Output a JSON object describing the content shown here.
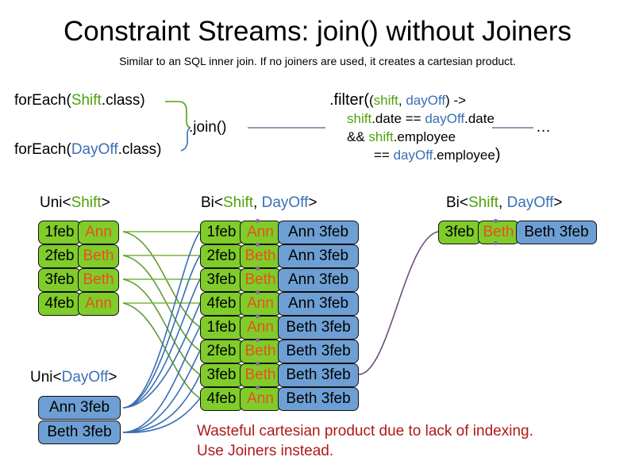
{
  "header": {
    "title": "Constraint Streams: join() without Joiners",
    "subtitle": "Similar to an SQL inner join. If no joiners are used, it creates a cartesian product."
  },
  "colors": {
    "shift_green": "#4CA20B",
    "dayoff_blue": "#3A6FB5",
    "card_green": "#7FCC2B",
    "card_blue": "#6E9FD4",
    "name_orange": "#E8511B",
    "warning_red": "#B01818",
    "wire_purple": "#6E4B7E"
  },
  "code": {
    "foreach_shift": {
      "prefix": "forEach(",
      "type": "Shift",
      "suffix": ".class)"
    },
    "foreach_dayoff": {
      "prefix": "forEach(",
      "type": "DayOff",
      "suffix": ".class)"
    },
    "join": ".join()",
    "ellipsis": "…",
    "filter": {
      "line1_a": ".filter(",
      "line1_b": "(",
      "line1_shift": "shift",
      "line1_comma": ", ",
      "line1_dayoff": "dayOff",
      "line1_c": ") ->",
      "line2_shift": "shift",
      "line2_a": ".date == ",
      "line2_dayoff": "dayOff",
      "line2_b": ".date",
      "line3_a": "&& ",
      "line3_shift": "shift",
      "line3_b": ".employee",
      "line4_a": "== ",
      "line4_dayoff": "dayOff",
      "line4_b": ".employee",
      "line4_close": ")"
    }
  },
  "streams": {
    "uni_shift": {
      "label_prefix": "Uni<",
      "label_type": "Shift",
      "label_suffix": ">",
      "rows": [
        {
          "date": "1feb",
          "name": "Ann"
        },
        {
          "date": "2feb",
          "name": "Beth"
        },
        {
          "date": "3feb",
          "name": "Beth"
        },
        {
          "date": "4feb",
          "name": "Ann"
        }
      ]
    },
    "uni_dayoff": {
      "label_prefix": "Uni<",
      "label_type": "DayOff",
      "label_suffix": ">",
      "rows": [
        {
          "value": "Ann 3feb"
        },
        {
          "value": "Beth 3feb"
        }
      ]
    },
    "bi_middle": {
      "label_prefix": "Bi<",
      "label_type_a": "Shift",
      "label_comma": ", ",
      "label_type_b": "DayOff",
      "label_suffix": ">",
      "rows": [
        {
          "date": "1feb",
          "name": "Ann",
          "dayoff": "Ann 3feb"
        },
        {
          "date": "2feb",
          "name": "Beth",
          "dayoff": "Ann 3feb"
        },
        {
          "date": "3feb",
          "name": "Beth",
          "dayoff": "Ann 3feb"
        },
        {
          "date": "4feb",
          "name": "Ann",
          "dayoff": "Ann 3feb"
        },
        {
          "date": "1feb",
          "name": "Ann",
          "dayoff": "Beth 3feb"
        },
        {
          "date": "2feb",
          "name": "Beth",
          "dayoff": "Beth 3feb"
        },
        {
          "date": "3feb",
          "name": "Beth",
          "dayoff": "Beth 3feb"
        },
        {
          "date": "4feb",
          "name": "Ann",
          "dayoff": "Beth 3feb"
        }
      ]
    },
    "bi_right": {
      "label_prefix": "Bi<",
      "label_type_a": "Shift",
      "label_comma": ", ",
      "label_type_b": "DayOff",
      "label_suffix": ">",
      "rows": [
        {
          "date": "3feb",
          "name": "Beth",
          "dayoff": "Beth 3feb"
        }
      ]
    }
  },
  "warning": {
    "line1": "Wasteful cartesian product due to lack of indexing.",
    "line2": "Use Joiners instead."
  }
}
